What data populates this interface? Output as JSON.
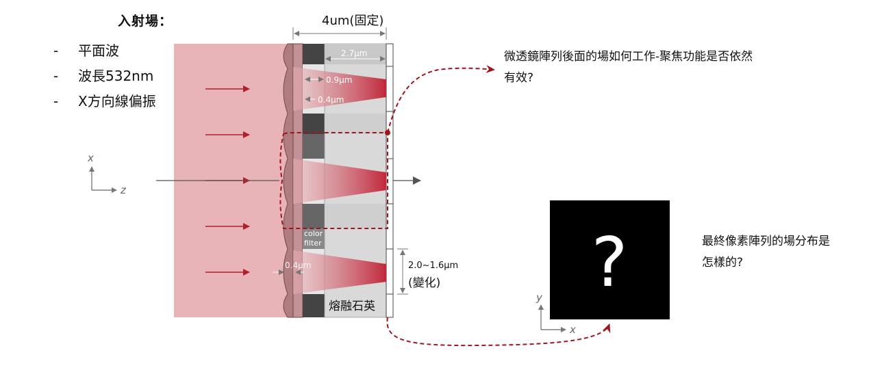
{
  "incident": {
    "title": "入射場：",
    "items": [
      {
        "dash": "-",
        "text": "平面波"
      },
      {
        "dash": "-",
        "text": "波長532nm"
      },
      {
        "dash": "-",
        "text": "X方向線偏振"
      }
    ]
  },
  "labels": {
    "width_fixed": "4um(固定)",
    "inner_width": "2.7μm",
    "lens_width": "0.9μm",
    "gap1": "0.4μm",
    "gap2": "0.4μm",
    "color_filter_line1": "color",
    "color_filter_line2": "filter",
    "pitch": "2.0~1.6μm",
    "pitch_note": "(變化)",
    "substrate": "熔融石英",
    "axis_x": "x",
    "axis_z": "z",
    "axis_y2": "y",
    "axis_x2": "x"
  },
  "questions": {
    "q1": "微透鏡陣列後面的場如何工作-聚焦功能是否依然有效?",
    "q2": "最終像素陣列的場分布是怎樣的?"
  },
  "pixel_box": {
    "symbol": "?"
  },
  "colors": {
    "beam": "#e8b4b8",
    "arrow": "#b0202a",
    "focus": "#c0283a",
    "dashed": "#a0141e",
    "dark_filter": "#444444",
    "box": "#000000"
  }
}
